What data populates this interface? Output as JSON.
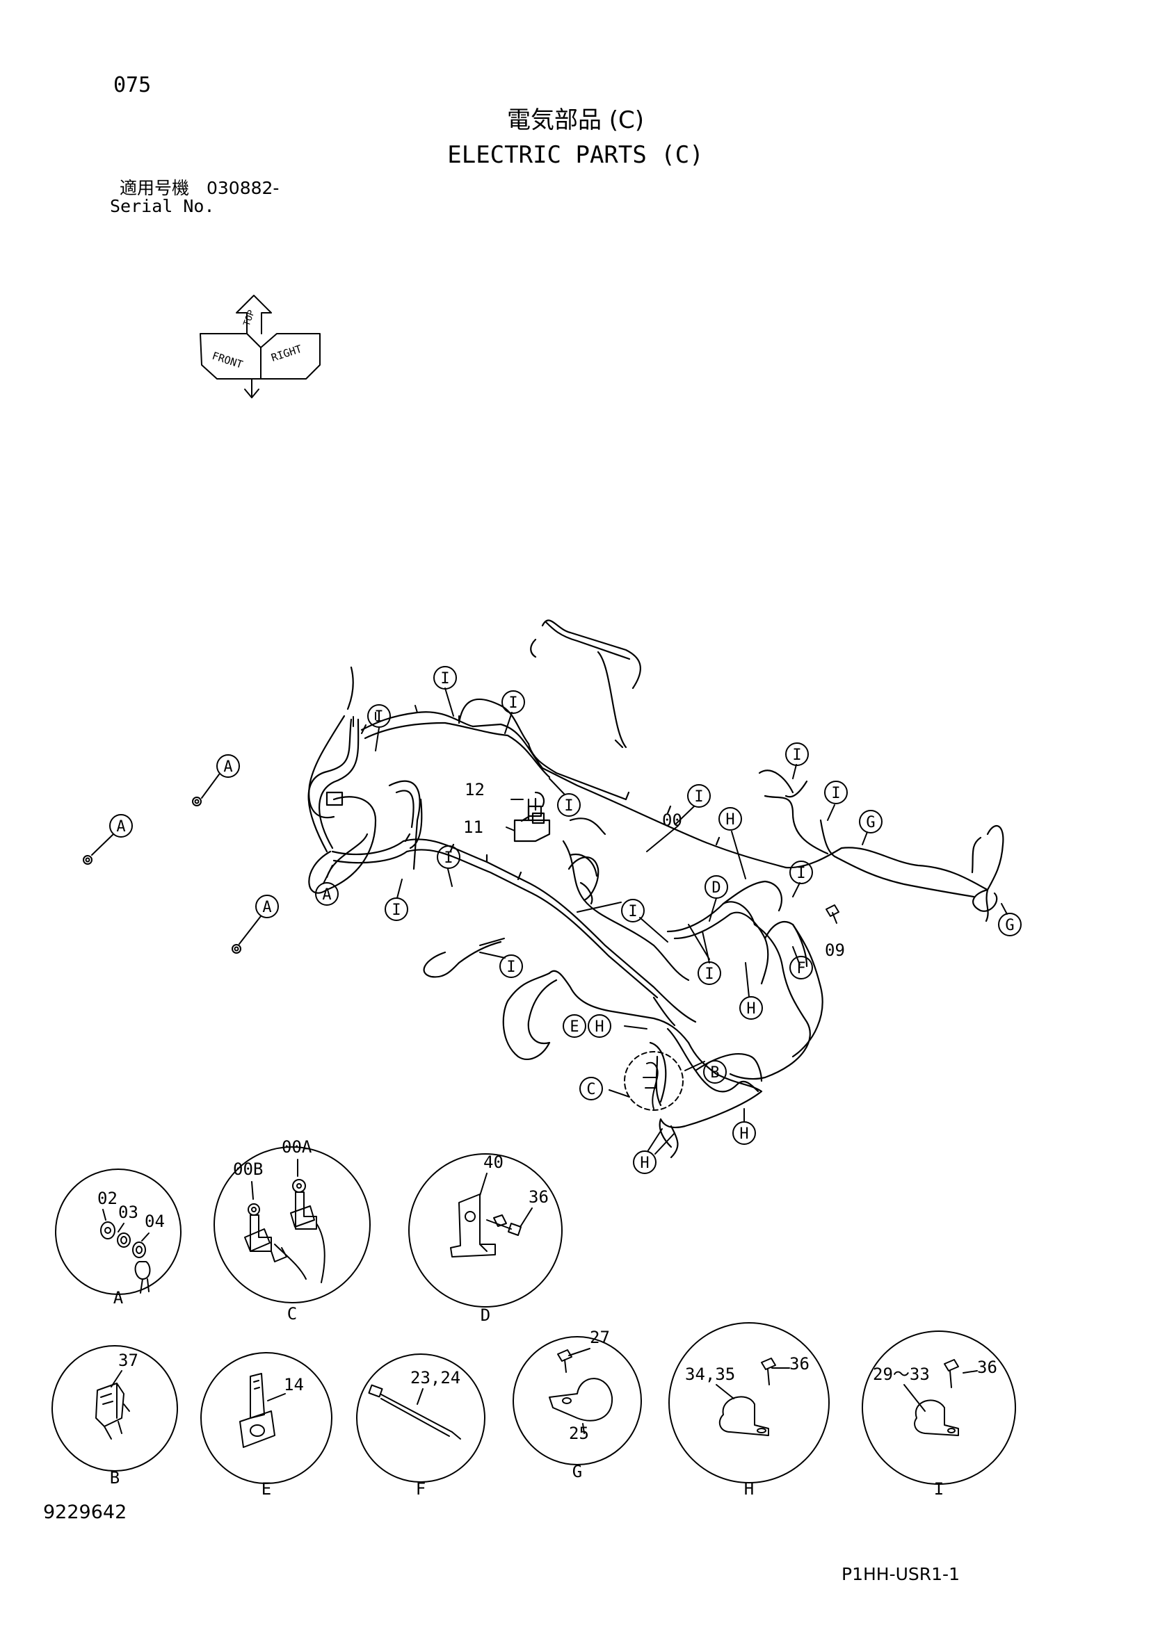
{
  "header": {
    "page_number": "075",
    "title_jp": "電気部品 (C)",
    "title_en": "ELECTRIC PARTS (C)",
    "serial_label_jp": "適用号機　030882-",
    "serial_label_en": "Serial No."
  },
  "orientation": {
    "front": "FRONT",
    "right": "RIGHT",
    "top": "TOP"
  },
  "callouts": {
    "a1": "A",
    "a2": "A",
    "a3": "A",
    "a4": "A",
    "i1": "I",
    "i2": "I",
    "i3": "I",
    "i4": "I",
    "i5": "I",
    "i6": "I",
    "i7": "I",
    "i8": "I",
    "i9": "I",
    "i10": "I",
    "i11": "I",
    "i12": "I",
    "i13": "I",
    "g1": "G",
    "g2": "G",
    "h1": "H",
    "h2": "H",
    "h3": "H",
    "h4": "H",
    "h5": "H",
    "d1": "D",
    "f1": "F",
    "e1": "E",
    "b1": "B",
    "c1": "C"
  },
  "part_numbers": {
    "p00": "00",
    "p09": "09",
    "p11": "11",
    "p12": "12",
    "p02": "02",
    "p03": "03",
    "p04": "04",
    "p00b": "00B",
    "p00a": "00A",
    "p40": "40",
    "p36d": "36",
    "p37": "37",
    "p14": "14",
    "p2324": "23,24",
    "p27": "27",
    "p25": "25",
    "p3435": "34,35",
    "p36h": "36",
    "p2933": "29～33",
    "p36i": "36"
  },
  "details": {
    "A": "A",
    "C": "C",
    "D": "D",
    "B": "B",
    "E": "E",
    "F": "F",
    "G": "G",
    "H": "H",
    "I": "I"
  },
  "footer": {
    "doc_number": "9229642",
    "sheet_code": "P1HH-USR1-1"
  }
}
